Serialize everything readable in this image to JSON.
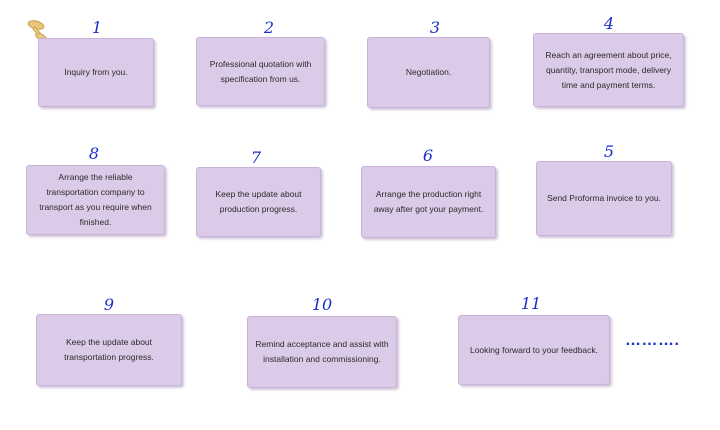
{
  "steps": [
    {
      "number": "1",
      "text": "Inquiry from you."
    },
    {
      "number": "2",
      "text": "Professional quotation with specification from us."
    },
    {
      "number": "3",
      "text": "Negotiation."
    },
    {
      "number": "4",
      "text": "Reach an agreement about price, quantity, transport mode, delivery time and payment terms."
    },
    {
      "number": "5",
      "text": "Send Proforma invoice to you."
    },
    {
      "number": "6",
      "text": "Arrange the production right away after got your payment."
    },
    {
      "number": "7",
      "text": "Keep the update about production progress."
    },
    {
      "number": "8",
      "text": "Arrange the reliable transportation company to transport as you require when finished."
    },
    {
      "number": "9",
      "text": "Keep the update about transportation progress."
    },
    {
      "number": "10",
      "text": "Remind acceptance and assist with installation and commissioning."
    },
    {
      "number": "11",
      "text": "Looking forward to your feedback."
    }
  ],
  "continuation": "……….",
  "colors": {
    "card_fill": "#dccbe8",
    "number": "#1a2fc8",
    "pin": "#e8c77a"
  },
  "icons": {
    "pin": "pushpin-icon"
  }
}
